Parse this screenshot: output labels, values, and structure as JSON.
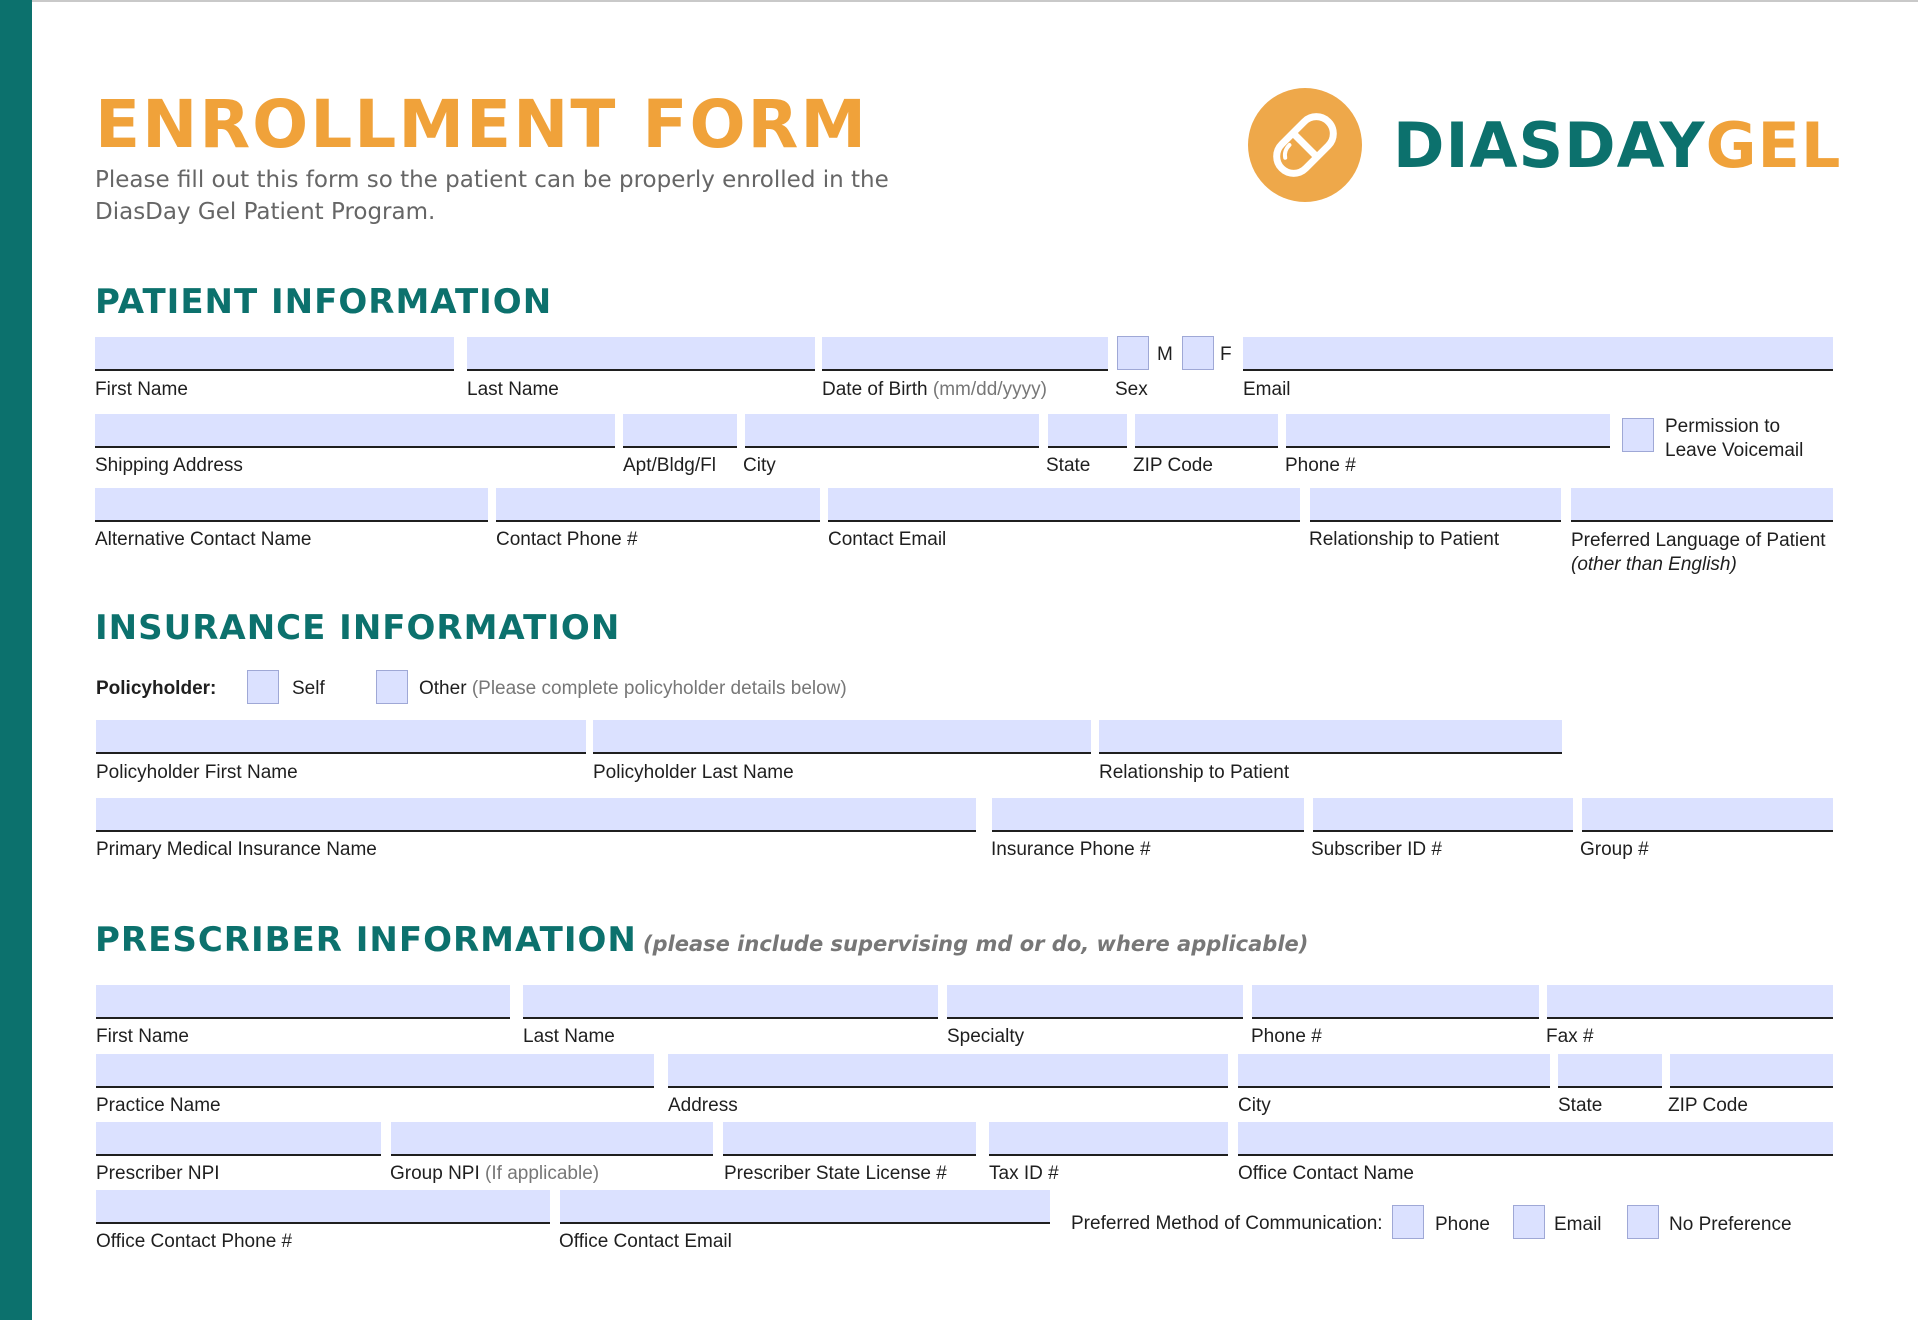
{
  "header": {
    "title": "ENROLLMENT FORM",
    "subtitle_line1": "Please fill out this form so the patient can be properly enrolled in the",
    "subtitle_line2": "DiasDay Gel Patient Program.",
    "brand_part1": "DIASDAY",
    "brand_part2": "GEL",
    "logo_icon": "pill-icon"
  },
  "colors": {
    "teal": "#0c716d",
    "orange": "#f0a23a",
    "field_fill": "#dbe1ff"
  },
  "patient": {
    "heading": "PATIENT INFORMATION",
    "first_name": "First Name",
    "last_name": "Last Name",
    "dob": "Date of Birth",
    "dob_hint": "(mm/dd/yyyy)",
    "sex": "Sex",
    "sex_m": "M",
    "sex_f": "F",
    "email": "Email",
    "shipping_address": "Shipping Address",
    "apt": "Apt/Bldg/Fl",
    "city": "City",
    "state": "State",
    "zip": "ZIP Code",
    "phone": "Phone #",
    "voicemail_line1": "Permission to",
    "voicemail_line2": "Leave Voicemail",
    "alt_contact_name": "Alternative Contact Name",
    "contact_phone": "Contact Phone #",
    "contact_email": "Contact Email",
    "relationship": "Relationship to Patient",
    "preferred_language": "Preferred Language of Patient",
    "preferred_language_hint": "(other than English)"
  },
  "insurance": {
    "heading": "INSURANCE INFORMATION",
    "policyholder": "Policyholder:",
    "self": "Self",
    "other": "Other",
    "other_hint": "(Please complete policyholder details below)",
    "ph_first_name": "Policyholder First Name",
    "ph_last_name": "Policyholder Last Name",
    "relationship": "Relationship to Patient",
    "primary_insurance": "Primary Medical Insurance Name",
    "insurance_phone": "Insurance Phone #",
    "subscriber_id": "Subscriber ID #",
    "group": "Group #"
  },
  "prescriber": {
    "heading": "PRESCRIBER INFORMATION",
    "heading_note": "(please include supervising md or do, where applicable)",
    "first_name": "First Name",
    "last_name": "Last Name",
    "specialty": "Specialty",
    "phone": "Phone #",
    "fax": "Fax #",
    "practice_name": "Practice Name",
    "address": "Address",
    "city": "City",
    "state": "State",
    "zip": "ZIP Code",
    "npi": "Prescriber NPI",
    "group_npi": "Group NPI",
    "group_npi_hint": "(If applicable)",
    "state_license": "Prescriber State License #",
    "tax_id": "Tax ID #",
    "office_contact_name": "Office Contact Name",
    "office_contact_phone": "Office Contact Phone #",
    "office_contact_email": "Office Contact Email",
    "preferred_method": "Preferred Method of Communication:",
    "method_phone": "Phone",
    "method_email": "Email",
    "method_none": "No Preference"
  }
}
